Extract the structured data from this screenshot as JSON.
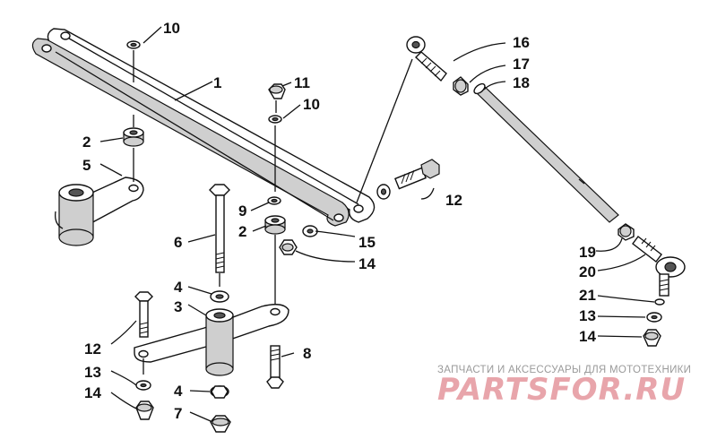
{
  "diagram": {
    "callouts": {
      "c1": "1",
      "c2a": "2",
      "c2b": "2",
      "c3": "3",
      "c4a": "4",
      "c4b": "4",
      "c5": "5",
      "c6": "6",
      "c7": "7",
      "c8": "8",
      "c9": "9",
      "c10a": "10",
      "c10b": "10",
      "c11": "11",
      "c12a": "12",
      "c12b": "12",
      "c13a": "13",
      "c13b": "13",
      "c14a": "14",
      "c14b": "14",
      "c14c": "14",
      "c15": "15",
      "c16": "16",
      "c17": "17",
      "c18": "18",
      "c19": "19",
      "c20": "20",
      "c21": "21"
    }
  },
  "watermark": {
    "caption": "ЗАПЧАСТИ И АКСЕССУАРЫ ДЛЯ МОТОТЕХНИКИ",
    "logo": "PARTSFOR.RU"
  }
}
